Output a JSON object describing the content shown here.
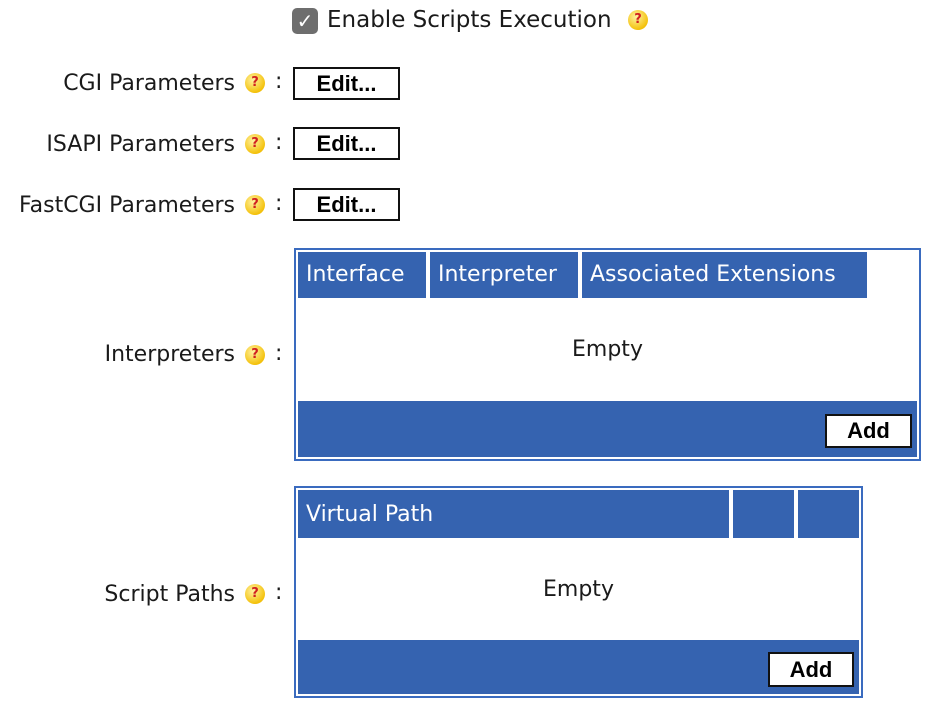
{
  "enable_scripts": {
    "label": "Enable Scripts Execution",
    "checked": true
  },
  "help_glyph": "?",
  "colon": ":",
  "rows": [
    {
      "label": "CGI Parameters",
      "button": "Edit..."
    },
    {
      "label": "ISAPI Parameters",
      "button": "Edit..."
    },
    {
      "label": "FastCGI Parameters",
      "button": "Edit..."
    }
  ],
  "interpreters": {
    "label": "Interpreters",
    "columns": [
      "Interface",
      "Interpreter",
      "Associated Extensions",
      "",
      ""
    ],
    "empty": "Empty",
    "add": "Add"
  },
  "script_paths": {
    "label": "Script Paths",
    "columns": [
      "Virtual Path",
      "",
      ""
    ],
    "empty": "Empty",
    "add": "Add"
  },
  "colors": {
    "accent": "#3563b0"
  }
}
